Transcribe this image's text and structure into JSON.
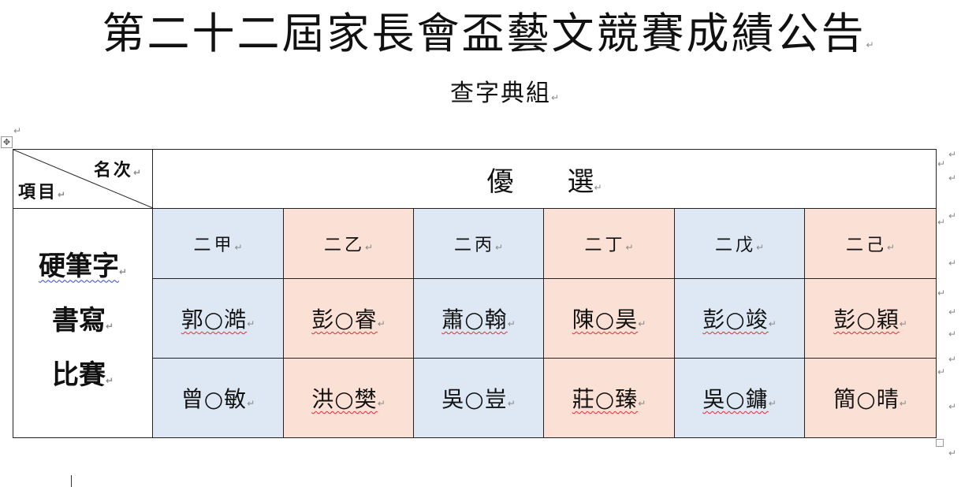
{
  "title": "第二十二屆家長會盃藝文競賽成績公告",
  "subtitle": "查字典組",
  "paragraph_mark": "↵",
  "move_handle_glyph": "✥",
  "table": {
    "corner_top": "名次",
    "corner_bottom": "項目",
    "rank_header": "優　　選",
    "category_lines": [
      "硬筆字",
      "書寫",
      "比賽"
    ],
    "classes": [
      "二甲",
      "二乙",
      "二丙",
      "二丁",
      "二戊",
      "二己"
    ],
    "row1": [
      "郭○澔",
      "彭○睿",
      "蕭○翰",
      "陳○昊",
      "彭○竣",
      "彭○穎"
    ],
    "row2": [
      "曾○敏",
      "洪○樊",
      "吳○豈",
      "莊○臻",
      "吳○鏞",
      "簡○晴"
    ]
  },
  "colors": {
    "blue_cell": "#dde8f4",
    "peach_cell": "#fbe1d5",
    "spell_underline": "#e03030",
    "grammar_underline": "#3344dd"
  }
}
